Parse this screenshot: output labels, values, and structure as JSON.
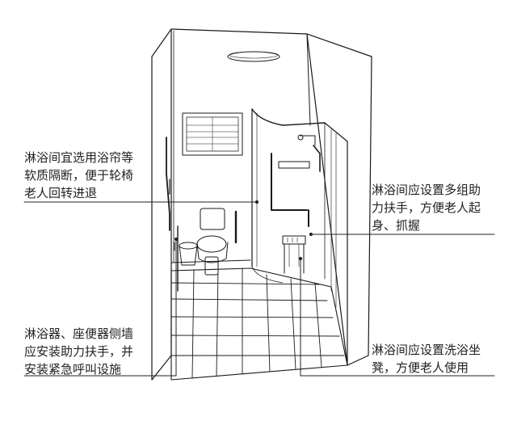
{
  "annotations": {
    "curtain": {
      "lines": [
        "淋浴间宜选用浴帘等",
        "软质隔断，便于轮椅",
        "老人回转进退"
      ]
    },
    "grab_bars_multi": {
      "lines": [
        "淋浴间应设置多组助",
        "力扶手，方便老人起",
        "身、抓握"
      ]
    },
    "grab_bars_side_wall": {
      "lines": [
        "淋浴器、座便器侧墙",
        "应安装助力扶手，并",
        "安装紧急呼叫设施"
      ]
    },
    "shower_stool": {
      "lines": [
        "淋浴间应设置洗浴坐",
        "凳，方便老人使用"
      ]
    }
  },
  "colors": {
    "line": "#1a1a1a",
    "text": "#222222",
    "background": "#ffffff"
  }
}
